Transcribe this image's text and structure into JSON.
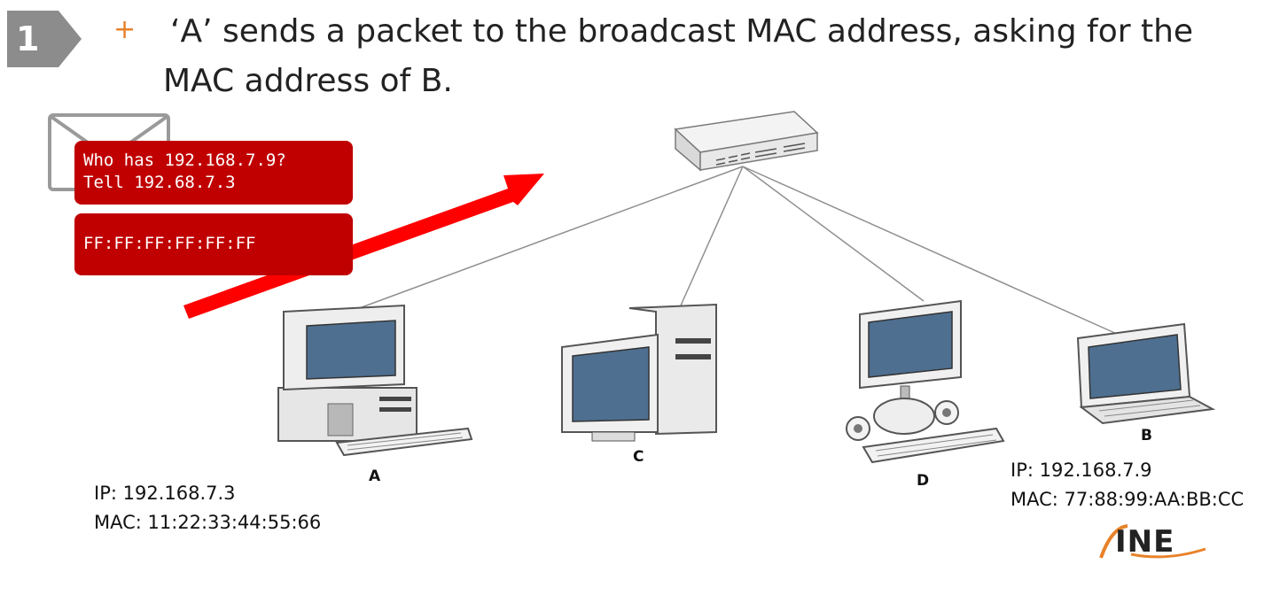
{
  "step": {
    "number": "1"
  },
  "headline": {
    "bullet": "+",
    "text": "‘A’ sends a packet to the broadcast MAC address, asking for the MAC address of B."
  },
  "message": {
    "query_lines": [
      "Who has 192.168.7.9?",
      "Tell 192.68.7.3"
    ],
    "destination_mac": "FF:FF:FF:FF:FF:FF"
  },
  "devices": {
    "a": {
      "label": "A",
      "ip": "IP: 192.168.7.3",
      "mac": "MAC: 11:22:33:44:55:66"
    },
    "b": {
      "label": "B",
      "ip": "IP: 192.168.7.9",
      "mac": "MAC: 77:88:99:AA:BB:CC"
    },
    "c": {
      "label": "C"
    },
    "d": {
      "label": "D"
    }
  },
  "logo": {
    "text": "INE"
  },
  "colors": {
    "accent_red": "#c00000",
    "arrow_red": "#ff0000",
    "bullet_orange": "#e8822a",
    "badge_gray": "#8c8c8c"
  },
  "icons": [
    "envelope-icon",
    "network-switch-icon",
    "desktop-computer-icon",
    "tower-computer-icon",
    "imac-computer-icon",
    "laptop-icon",
    "arrow-icon"
  ]
}
